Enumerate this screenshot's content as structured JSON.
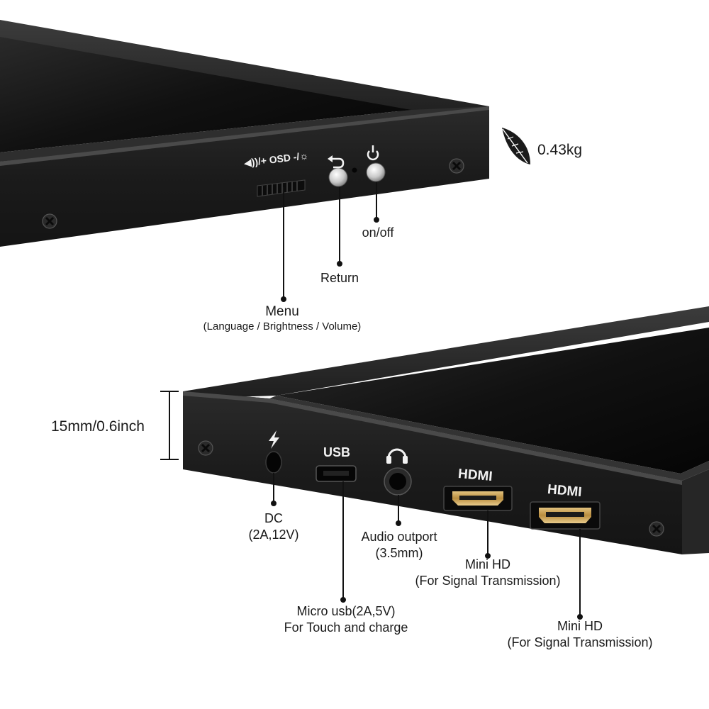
{
  "weight": {
    "value": "0.43kg",
    "icon": "feather-icon"
  },
  "top_panel": {
    "osd_label": "◀))/+ OSD -/☼",
    "controls": [
      {
        "name": "menu-wheel",
        "icon": "scroll-wheel-icon"
      },
      {
        "name": "return-button",
        "icon": "return-arrow-icon"
      },
      {
        "name": "power-button",
        "icon": "power-icon"
      }
    ]
  },
  "top_callouts": {
    "on_off": "on/off",
    "return": "Return",
    "menu_title": "Menu",
    "menu_subtitle": "(Language / Brightness / Volume)"
  },
  "thickness": "15mm/0.6inch",
  "bottom_panel": {
    "usb_label": "USB",
    "hdmi_label_1": "HDMI",
    "hdmi_label_2": "HDMI",
    "icons": [
      "lightning-icon",
      "headphones-icon"
    ]
  },
  "bottom_callouts": {
    "dc_title": "DC",
    "dc_spec": "(2A,12V)",
    "usb_line1": "Micro usb(2A,5V)",
    "usb_line2": "For Touch and charge",
    "audio_line1": "Audio outport",
    "audio_line2": "(3.5mm)",
    "hdmi1_line1": "Mini HD",
    "hdmi1_line2": "(For Signal Transmission)",
    "hdmi2_line1": "Mini HD",
    "hdmi2_line2": "(For Signal Transmission)"
  },
  "colors": {
    "bezel": "#1c1c1c",
    "bezel_edge": "#3a3a3a",
    "screen": "#0d0d0d",
    "hdmi_gold": "#c8a25a",
    "callout_line": "#111111"
  }
}
